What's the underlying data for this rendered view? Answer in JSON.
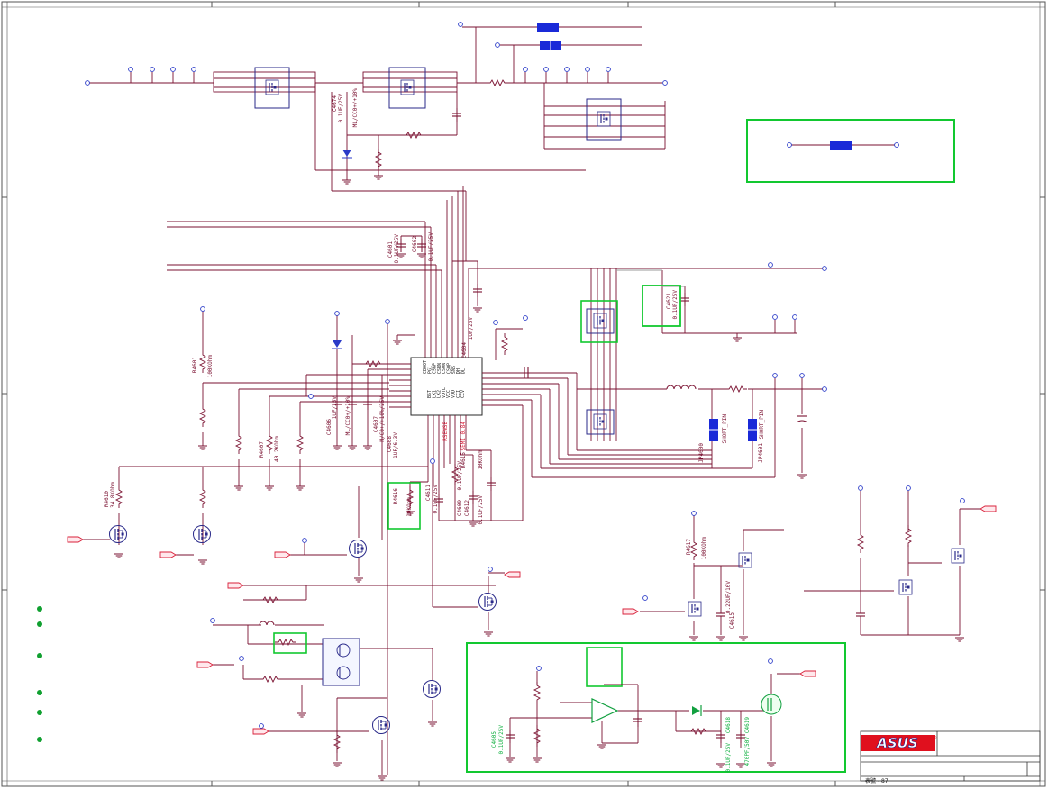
{
  "title_block": {
    "company_logo": "ASUS",
    "registered_mark": "®",
    "sheet_text": "表號 - 87"
  },
  "components": {
    "c4674_ref": "C4674",
    "c4674_val": "0.1UF/25V",
    "c4674_code": "ML/CC0+/+10%",
    "c4601_ref": "C4601",
    "c4601_val": "0.1UF/25V",
    "c4602_ref": "C4602",
    "c4602_val": "0.1UF/25V",
    "c4604_ref": "C4604",
    "c4604_val": "1UF/25V",
    "c4608_ref": "C4608",
    "c4608_val": "1UF/6.3V",
    "c4606_ref": "C4606",
    "c4606_val": "1UF/25V",
    "c4606_code": "ML/CC0+/+10%",
    "c4607_ref": "C4607",
    "c4607_code": "M/C0+/+10%/25V",
    "c4606b_ref": "C4606",
    "c4606b_val": "1UF/25V",
    "c4609_ref": "C4609",
    "c4609_val": "0.1UF/25V",
    "c4611_ref": "C4611",
    "c4611_val": "0.1UF/25V",
    "c4612_ref": "C4612",
    "c4612_val": "0.1UF/25V",
    "c4615_ref": "C4615",
    "c4615_val": "0.22UF/16V",
    "c4621_ref": "C4621",
    "c4621_val": "0.1UF/25V",
    "c4605_ref": "C4605",
    "c4605_val": "0.1UF/25V",
    "c4618_ref": "C4618",
    "c4618_val": "0.1UF/25V",
    "c4619_ref": "C4619",
    "c4619_val": "470PF/50V",
    "r4601_ref": "R4601",
    "r4601_val": "100KOhm",
    "r4607_ref": "R4607",
    "r4607_val": "40.2KOhm",
    "r4610_ref": "R4610",
    "r4610_val": "34.8KOhm",
    "r4615_ref": "R4615",
    "r4615_val": "10KOhm",
    "r4616_ref": "R4616",
    "r4616_val": "10KOhm",
    "r4617_ref": "R4617",
    "r4617_val": "100KOhm",
    "jp4600_ref": "JP4600",
    "jp4600_val": "SHORT_PIN",
    "jp4601_ref": "JP4601",
    "jp4601_val": "SHORT_PIN",
    "red_note_1": "SEMI 0.84",
    "red_note_2": "RSENSE"
  },
  "ic_pins": {
    "top_pins": "CBOOT\nPG1\nCSRP\nCSRN\nCSON\nCSOP\nSNS\nDH\nDL",
    "bottom_pins": "BST\nLX1\nLX2\nVDTL\nVCC\nVDD\nCCI\nCCV"
  },
  "colors": {
    "wire": "#7a1030",
    "wire_gray": "#9a9a9a",
    "jumper": "#1a2ad8",
    "mosfet_body": "#2a2a8a",
    "highlight": "#12c830",
    "border": "#555555",
    "netflag": "#d8203a",
    "node": "#2a3ac8",
    "logo_bg": "#e0101e"
  }
}
